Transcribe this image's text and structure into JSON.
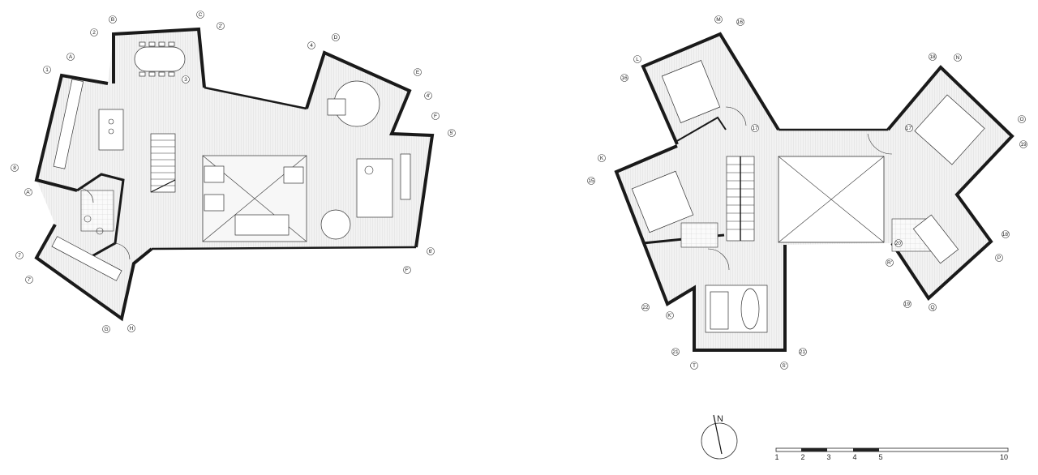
{
  "plan_left": {
    "tags": [
      "A",
      "B",
      "C",
      "D",
      "E",
      "F",
      "1",
      "2",
      "2'",
      "3",
      "4",
      "4'",
      "5'",
      "6'",
      "F'",
      "8",
      "A'",
      "7",
      "7'",
      "G",
      "H"
    ],
    "area_label": "3"
  },
  "plan_right": {
    "tags": [
      "M",
      "16'",
      "L",
      "16",
      "18",
      "N",
      "O",
      "19",
      "17",
      "17'",
      "K",
      "15",
      "18'",
      "P",
      "R'",
      "20'",
      "19'",
      "Q",
      "22",
      "K'",
      "21",
      "21'",
      "T",
      "S'"
    ]
  },
  "north": {
    "label": "N"
  },
  "scale_bar": {
    "ticks": [
      "1",
      "2",
      "3",
      "4",
      "5",
      "10"
    ]
  }
}
